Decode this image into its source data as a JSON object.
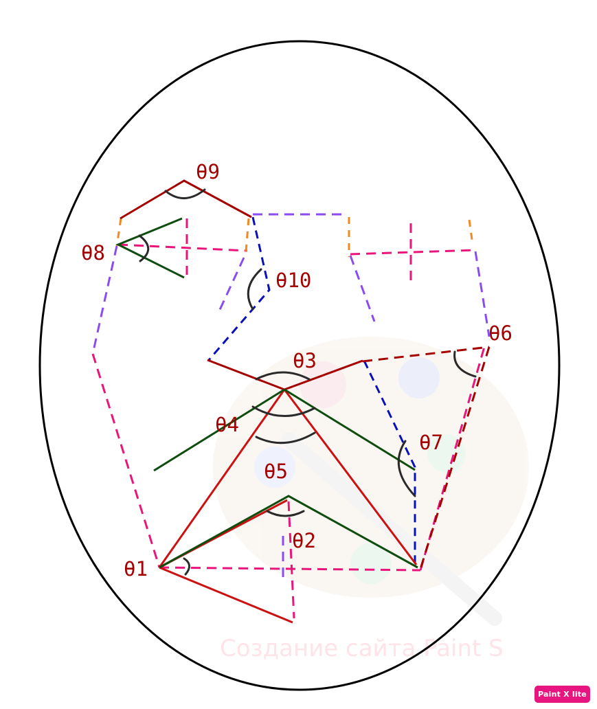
{
  "labels": {
    "theta1": "θ1",
    "theta2": "θ2",
    "theta3": "θ3",
    "theta4": "θ4",
    "theta5": "θ5",
    "theta6": "θ6",
    "theta7": "θ7",
    "theta8": "θ8",
    "theta9": "θ9",
    "theta10": "θ10"
  },
  "watermark": {
    "text": "Создание сайта Paint S"
  },
  "badge": {
    "text": "Paint X lite"
  },
  "colors": {
    "label": "#a50000",
    "dark_red": "#a50000",
    "red": "#cc1111",
    "green": "#0e4d0e",
    "pink_dashed": "#ea157a",
    "purple_dashed": "#8a4cf0",
    "blue_dashed": "#0a10b8",
    "orange_dashed": "#f08a20",
    "arc": "#2a2a2a",
    "badge_bg": "#e6157f"
  }
}
